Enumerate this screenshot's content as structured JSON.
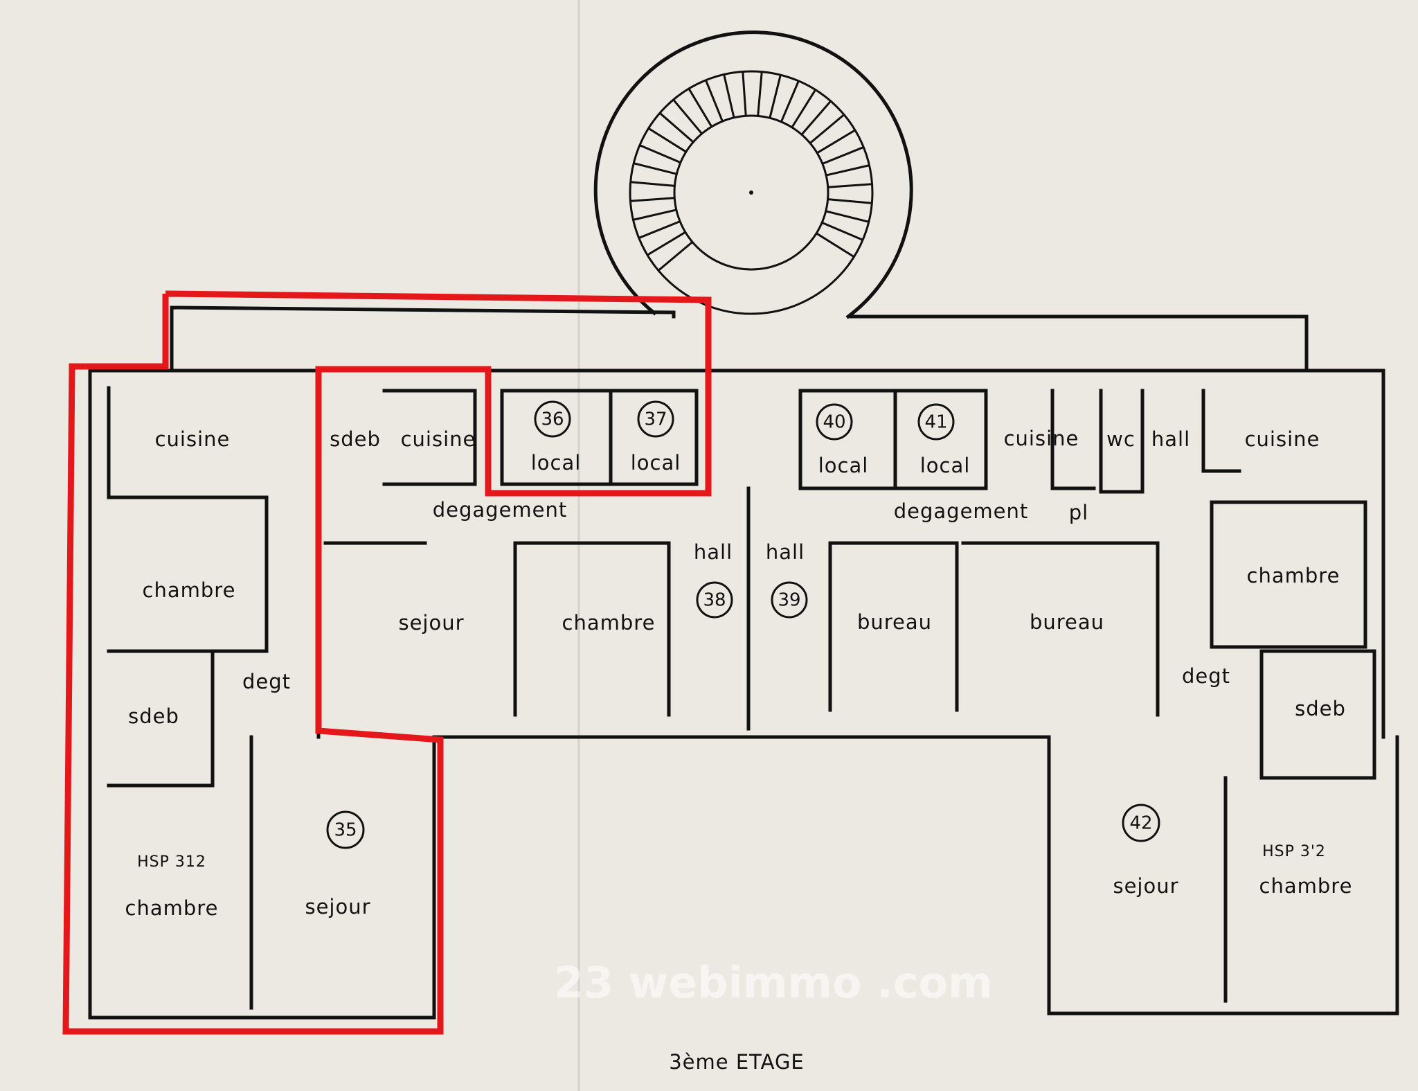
{
  "plan": {
    "floor_title": "3ème ETAGE",
    "watermark": "23 webimmo .com",
    "highlight_color": "#e4181b",
    "units": {
      "u35": {
        "number": "35",
        "rooms": {
          "cuisine": "cuisine",
          "chambre1": "chambre",
          "degt": "degt",
          "sdeb": "sdeb",
          "hsp": "HSP 312",
          "chambre2": "chambre",
          "sejour": "sejour"
        }
      },
      "u36": {
        "number": "36",
        "room": "local"
      },
      "u37": {
        "number": "37",
        "room": "local"
      },
      "u38": {
        "number": "38",
        "hall": "hall",
        "sdeb": "sdeb",
        "cuisine": "cuisine",
        "degagement": "degagement",
        "sejour": "sejour",
        "chambre": "chambre"
      },
      "u39": {
        "number": "39",
        "hall": "hall",
        "bureau1": "bureau",
        "bureau2": "bureau",
        "degagement": "degagement"
      },
      "u40": {
        "number": "40",
        "room": "local"
      },
      "u41": {
        "number": "41",
        "room": "local"
      },
      "u42": {
        "number": "42",
        "cuisine1": "cuisine",
        "wc": "wc",
        "hall": "hall",
        "pl": "pl",
        "cuisine2": "cuisine",
        "chambre1": "chambre",
        "degt": "degt",
        "sdeb": "sdeb",
        "hsp": "HSP 3'2",
        "sejour": "sejour",
        "chambre2": "chambre"
      }
    }
  }
}
